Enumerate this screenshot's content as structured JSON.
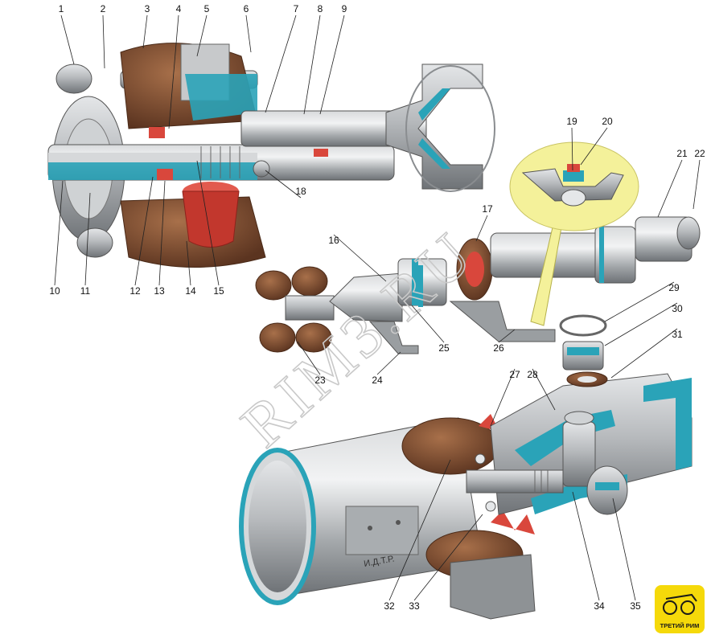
{
  "watermark": "RIM3.RU",
  "stamp_text": "И.Д.Т.Р.",
  "logo": {
    "text": "ТРЕТИЙ РИМ",
    "bg_color": "#f5d90a"
  },
  "colors": {
    "metal": "#b9bcbf",
    "metal_dark": "#7d8185",
    "cut": "#2aa3b8",
    "rubber": "#7a4a2e",
    "red": "#d9473c",
    "callout": "#f4f19a"
  },
  "callouts": [
    "1",
    "2",
    "3",
    "4",
    "5",
    "6",
    "7",
    "8",
    "9",
    "10",
    "11",
    "12",
    "13",
    "14",
    "15",
    "16",
    "17",
    "18",
    "19",
    "20",
    "21",
    "22",
    "23",
    "24",
    "25",
    "26",
    "27",
    "28",
    "29",
    "30",
    "31",
    "32",
    "33",
    "34",
    "35"
  ]
}
